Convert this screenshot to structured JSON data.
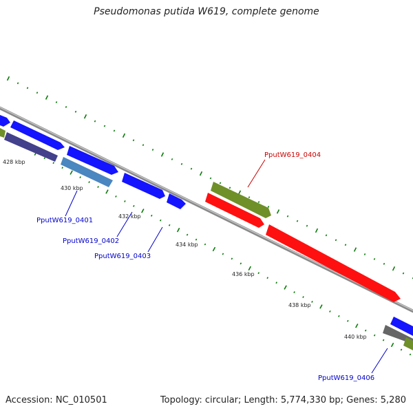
{
  "title": "Pseudomonas putida W619, complete genome",
  "footer": {
    "accession": "Accession: NC_010501",
    "topology": "Topology: circular; Length: 5,774,330 bp; Genes: 5,280"
  },
  "ticks": [
    "428 kbp",
    "430 kbp",
    "432 kbp",
    "434 kbp",
    "436 kbp",
    "438 kbp",
    "440 kbp"
  ],
  "gene_labels": [
    {
      "text": "PputW619_0401",
      "color": "#0000cc"
    },
    {
      "text": "PputW619_0402",
      "color": "#0000cc"
    },
    {
      "text": "PputW619_0403",
      "color": "#0000cc"
    },
    {
      "text": "PputW619_0404",
      "color": "#cc0000"
    },
    {
      "text": "PputW619_0406",
      "color": "#0000cc"
    }
  ],
  "colors": {
    "blue": "#1414ff",
    "red": "#ff1010",
    "olive": "#6f8f28",
    "steel": "#4a86c0",
    "indigo": "#43408c",
    "gray": "#666666",
    "backbone": "#8a8a8a",
    "tick": "#0a7a0a"
  }
}
